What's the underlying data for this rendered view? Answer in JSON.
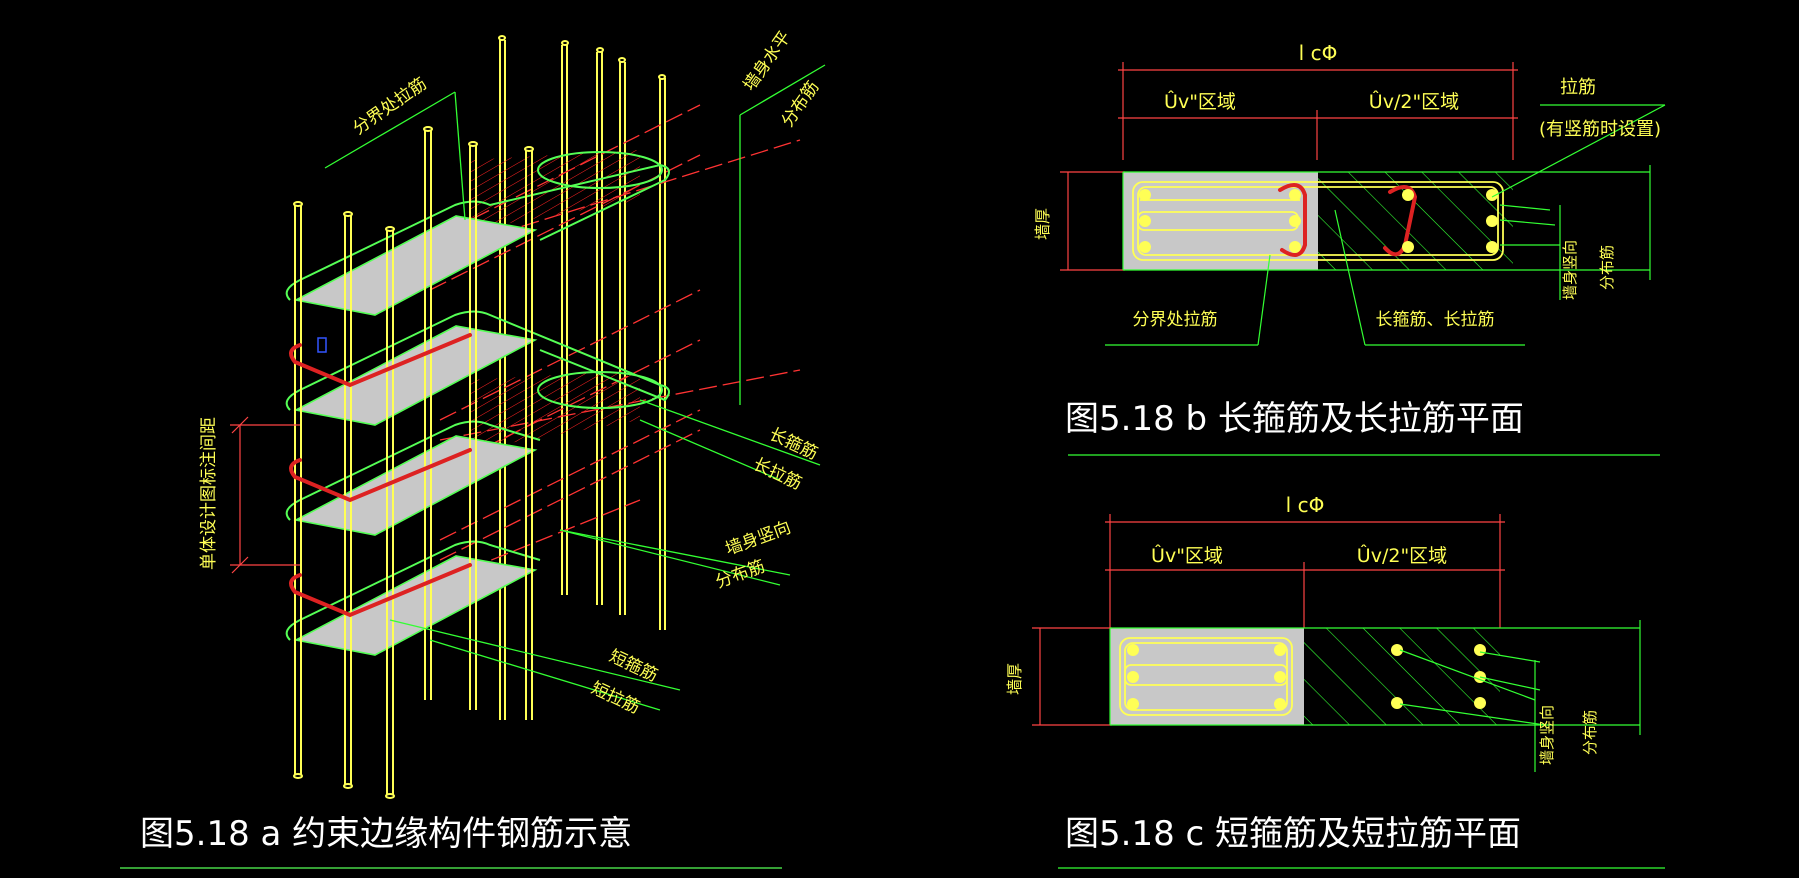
{
  "colors": {
    "background": "#000000",
    "rebar": "#ffff55",
    "stirrup": "#55ff55",
    "tie_hook": "#ff2222",
    "dim_line": "#ff4444",
    "leader": "#33ff33",
    "concrete_fill": "#c8c8c8",
    "hatch": "#33ff33",
    "text": "#ffff55",
    "title_text": "#ffffff",
    "marker_blue": "#3355ff"
  },
  "fig_a": {
    "title": "图5.18 a  约束边缘构件钢筋示意",
    "labels": {
      "boundary_tie": "分界处拉筋",
      "wall_horizontal": "墙身水平",
      "distribution_1": "分布筋",
      "long_stirrup": "长箍筋",
      "long_tie": "长拉筋",
      "wall_vertical": "墙身竖向",
      "distribution_2": "分布筋",
      "short_stirrup": "短箍筋",
      "short_tie": "短拉筋",
      "spacing_note": "单体设计图标注间距"
    }
  },
  "fig_b": {
    "title": "图5.18 b  长箍筋及长拉筋平面",
    "dim_total": "l cΦ",
    "dim_region_1": "Ûv\"区域",
    "dim_region_2": "Ûv/2\"区域",
    "wall_thickness": "墙厚",
    "tie_label": "拉筋",
    "tie_note": "(有竖筋时设置)",
    "wall_vertical": "墙身竖向",
    "distribution": "分布筋",
    "boundary_tie": "分界处拉筋",
    "long_stirrup_tie": "长箍筋、长拉筋"
  },
  "fig_c": {
    "title": "图5.18 c  短箍筋及短拉筋平面",
    "dim_total": "l cΦ",
    "dim_region_1": "Ûv\"区域",
    "dim_region_2": "Ûv/2\"区域",
    "wall_thickness": "墙厚",
    "wall_vertical": "墙身竖向",
    "distribution": "分布筋"
  }
}
